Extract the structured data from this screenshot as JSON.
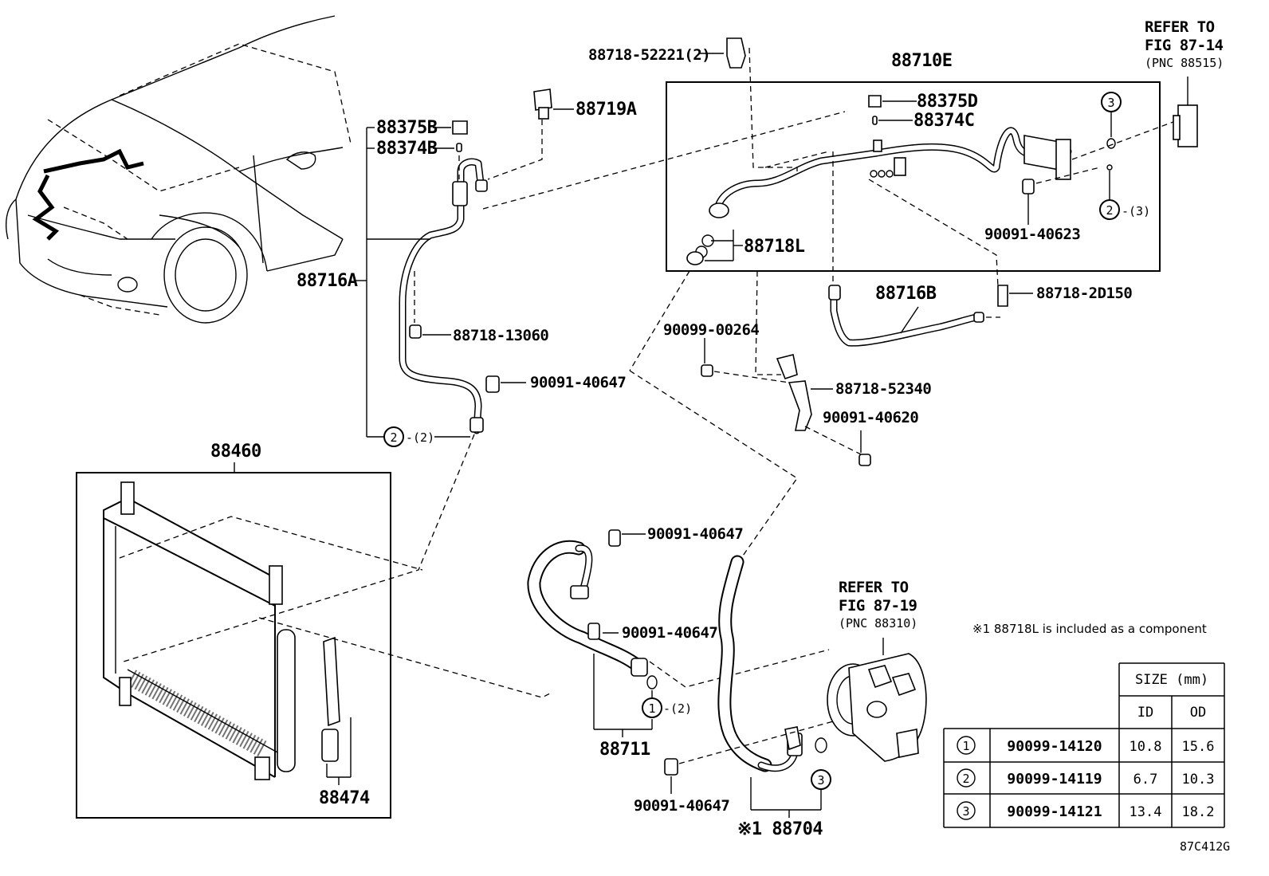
{
  "labels": {
    "p88718_52221": "88718-52221(2)",
    "p88719A": "88719A",
    "p88375B": "88375B",
    "p88374B": "88374B",
    "p88716A": "88716A",
    "p88718_13060": "88718-13060",
    "p90091_40647_a": "90091-40647",
    "circle2_qty": "-(2)",
    "p88710E": "88710E",
    "p88375D": "88375D",
    "p88374C": "88374C",
    "p88718L": "88718L",
    "p90091_40623": "90091-40623",
    "circle2b_qty": "-(3)",
    "p88716B": "88716B",
    "p88718_2D150": "88718-2D150",
    "p90099_00264": "90099-00264",
    "p88718_52340": "88718-52340",
    "p90091_40620": "90091-40620",
    "p88460": "88460",
    "p88474": "88474",
    "p90091_40647_b": "90091-40647",
    "p90091_40647_c": "90091-40647",
    "circle1_qty": "-(2)",
    "p88711": "88711",
    "p90091_40647_d": "90091-40647",
    "p88704": "※1 88704",
    "refer1_line1": "REFER TO",
    "refer1_line2": "FIG 87-14",
    "refer1_line3": "(PNC 88515)",
    "refer2_line1": "REFER TO",
    "refer2_line2": "FIG 87-19",
    "refer2_line3": "(PNC 88310)",
    "footnote": "※1 88718L is included as a component",
    "figure_code": "87C412G",
    "circle_1": "1",
    "circle_2": "2",
    "circle_3": "3"
  },
  "size_table": {
    "header": "SIZE (mm)",
    "col_id": "ID",
    "col_od": "OD",
    "rows": [
      {
        "ref": "1",
        "part": "90099-14120",
        "id": "10.8",
        "od": "15.6"
      },
      {
        "ref": "2",
        "part": "90099-14119",
        "id": "6.7",
        "od": "10.3"
      },
      {
        "ref": "3",
        "part": "90099-14121",
        "id": "13.4",
        "od": "18.2"
      }
    ]
  }
}
